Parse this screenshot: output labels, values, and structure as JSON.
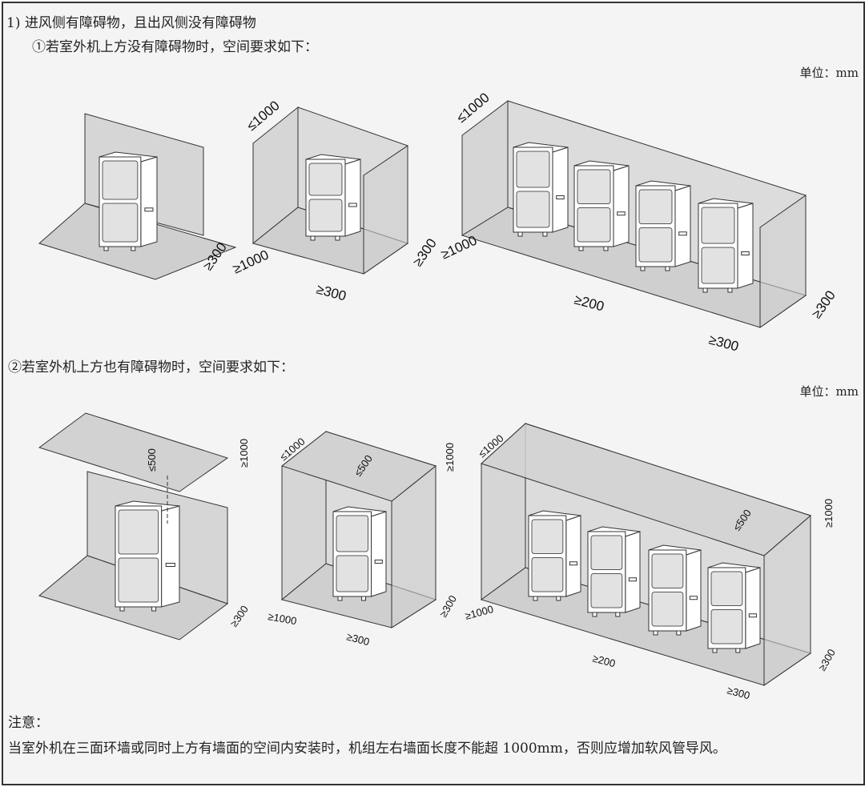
{
  "section1": {
    "heading": "1) 进风侧有障碍物，且出风侧没有障碍物",
    "sub1": "①若室外机上方没有障碍物时，空间要求如下：",
    "unit1": "单位：mm",
    "sub2": "②若室外机上方也有障碍物时，空间要求如下：",
    "unit2": "单位：mm"
  },
  "labels": {
    "ge300": "≥300",
    "ge1000": "≥1000",
    "le1000": "≤1000",
    "ge200": "≥200",
    "le500": "≤500"
  },
  "note": {
    "title": "注意：",
    "text": "当室外机在三面环墙或同时上方有墙面的空间内安装时，机组左右墙面长度不能超 1000mm，否则应增加软风管导风。"
  },
  "colors": {
    "wall": "#d6d6d6",
    "floor": "#cfcfcf",
    "line": "#333333",
    "unit": "#ffffff"
  }
}
